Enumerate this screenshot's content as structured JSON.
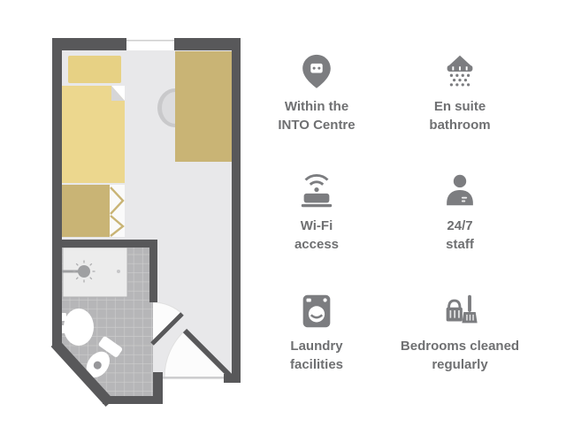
{
  "features": [
    {
      "icon": "location-pin-icon",
      "line1": "Within the",
      "line2": "INTO Centre"
    },
    {
      "icon": "shower-icon",
      "line1": "En suite",
      "line2": "bathroom"
    },
    {
      "icon": "wifi-icon",
      "line1": "Wi-Fi",
      "line2": "access"
    },
    {
      "icon": "staff-icon",
      "line1": "24/7",
      "line2": "staff"
    },
    {
      "icon": "laundry-icon",
      "line1": "Laundry",
      "line2": "facilities"
    },
    {
      "icon": "cleaning-icon",
      "line1": "Bedrooms cleaned",
      "line2": "regularly"
    }
  ],
  "floorplan": {
    "elements": [
      "bed",
      "pillow",
      "wardrobe",
      "desk",
      "desk-chair",
      "window",
      "shower-tray",
      "shower-head",
      "washbasin",
      "toilet",
      "tiled-floor",
      "bathroom-door",
      "entrance-door"
    ],
    "colors": {
      "wall": "#58585a",
      "floor": "#e8e8ea",
      "tile": "#b6b6b8",
      "tile_line": "#cecece",
      "bed": "#ecd78e",
      "pillow": "#e7d184",
      "furniture": "#c9b475",
      "chair_back": "#c9c9cb",
      "chair_seat": "#dcdcde",
      "tray": "#ececec",
      "fixture": "#ffffff",
      "metal": "#9fa0a2",
      "swing": "#fcfcfc",
      "threshold": "#cdcdcf",
      "window": "#ffffff",
      "icon": "#7c7d80",
      "text": "#6f7072"
    }
  }
}
